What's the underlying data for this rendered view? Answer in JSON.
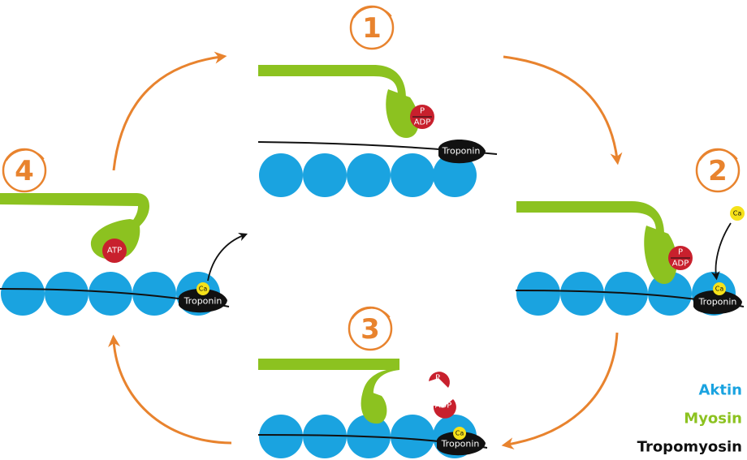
{
  "colors": {
    "actin": "#1aa3e0",
    "myosin": "#8cc220",
    "tropomyosin": "#111111",
    "arrow": "#e8832e",
    "phosphate_adp": "#c8202d",
    "calcium": "#f5e11a"
  },
  "steps": [
    {
      "number": "1"
    },
    {
      "number": "2"
    },
    {
      "number": "3"
    },
    {
      "number": "4"
    }
  ],
  "labels": {
    "troponin": "Troponin",
    "calcium": "Ca",
    "atp": "ATP",
    "adp": "ADP",
    "phosphate": "P"
  },
  "legend": {
    "actin": "Aktin",
    "myosin": "Myosin",
    "tropomyosin": "Tropomyosin"
  }
}
